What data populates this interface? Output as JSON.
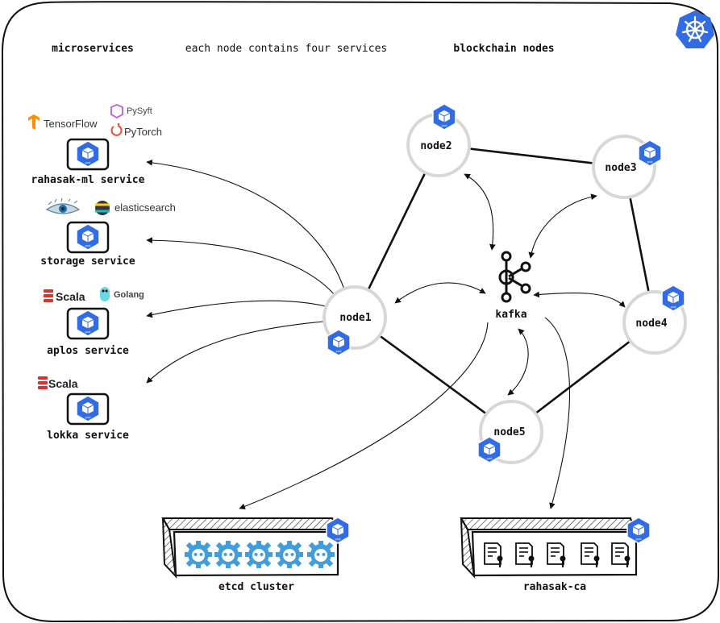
{
  "headers": {
    "microservices": "microservices",
    "note": "each node contains four services",
    "blockchain": "blockchain nodes"
  },
  "services": [
    {
      "label": "rahasak-ml service",
      "logos": [
        "TensorFlow",
        "PySyft",
        "PyTorch"
      ]
    },
    {
      "label": "storage service",
      "logos": [
        "elasticsearch"
      ]
    },
    {
      "label": "aplos service",
      "logos": [
        "Scala",
        "Golang"
      ]
    },
    {
      "label": "lokka service",
      "logos": [
        "Scala"
      ]
    }
  ],
  "nodes": [
    "node1",
    "node2",
    "node3",
    "node4",
    "node5"
  ],
  "kafka": "kafka",
  "clusters": {
    "etcd": "etcd cluster",
    "ca": "rahasak-ca"
  },
  "pod_label": "pod",
  "colors": {
    "k8s_blue": "#326ce5",
    "etcd_blue": "#419eda",
    "tensorflow_orange": "#ff8f00",
    "pytorch_red": "#ee4c2c",
    "scala_red": "#dc322f",
    "golang_cyan": "#6ad7e5",
    "ink": "#111111"
  },
  "icons": [
    "kubernetes-icon",
    "pod-icon",
    "kafka-icon",
    "etcd-icon",
    "certificate-icon",
    "cassandra-eye-icon"
  ]
}
